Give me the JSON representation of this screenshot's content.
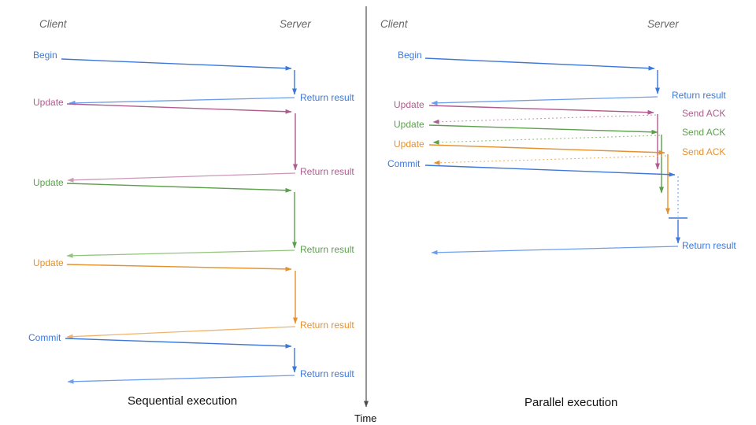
{
  "palette": {
    "blue": "#3d78d8",
    "blueL": "#6d9eeb",
    "pink": "#b05c8e",
    "pinkL": "#cb98b8",
    "green": "#5ca04c",
    "greenL": "#93c47d",
    "orange": "#e5912f",
    "orangeL": "#f0b36d",
    "axis": "#4d4d4d",
    "header": "#666666",
    "title": "#111111"
  },
  "time_axis": {
    "label": "Time"
  },
  "left": {
    "title": "Sequential execution",
    "client_header": "Client",
    "server_header": "Server",
    "messages": [
      {
        "label": "Begin",
        "response": "Return result",
        "color": "blue"
      },
      {
        "label": "Update",
        "response": "Return result",
        "color": "pink"
      },
      {
        "label": "Update",
        "response": "Return result",
        "color": "green"
      },
      {
        "label": "Update",
        "response": "Return result",
        "color": "orange"
      },
      {
        "label": "Commit",
        "response": "Return result",
        "color": "blue"
      }
    ]
  },
  "right": {
    "title": "Parallel execution",
    "client_header": "Client",
    "server_header": "Server",
    "messages": [
      {
        "label": "Begin",
        "response": "Return result",
        "color": "blue",
        "ack_dashed": false
      },
      {
        "label": "Update",
        "response": "Send ACK",
        "color": "pink",
        "ack_dashed": true
      },
      {
        "label": "Update",
        "response": "Send ACK",
        "color": "green",
        "ack_dashed": true
      },
      {
        "label": "Update",
        "response": "Send ACK",
        "color": "orange",
        "ack_dashed": true
      },
      {
        "label": "Commit",
        "response": "Return result",
        "color": "blue",
        "ack_dashed": false
      }
    ]
  }
}
